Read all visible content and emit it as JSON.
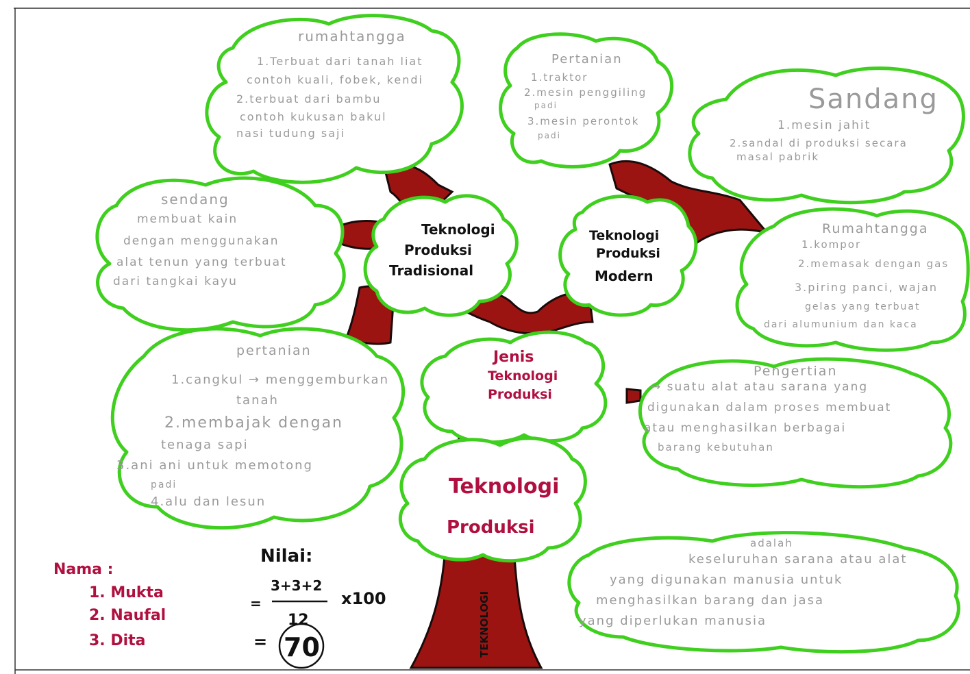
{
  "colors": {
    "cloud_outline": "#3fcf1e",
    "branch": "#9c1412",
    "title_red": "#b01040",
    "pencil": "#9a9a9a",
    "ink": "#111111"
  },
  "root": {
    "line1": "Teknologi",
    "line2": "Produksi",
    "trunk_label": "TEKNOLOGI"
  },
  "center": {
    "line1": "Jenis",
    "line2": "Teknologi",
    "line3": "Produksi"
  },
  "traditional": {
    "line1": "Teknologi",
    "line2": "Produksi",
    "line3": "Tradisional"
  },
  "modern": {
    "line1": "Teknologi",
    "line2": "Produksi",
    "line3": "Modern"
  },
  "trad_rumahtangga": {
    "title": "rumahtangga",
    "lines": [
      "1.Terbuat dari tanah liat",
      "contoh kuali, fobek, kendi",
      "2.terbuat dari bambu",
      "contoh kukusan bakul",
      "nasi tudung saji"
    ]
  },
  "trad_sandang": {
    "title": "sendang",
    "lines": [
      "membuat kain",
      "dengan menggunakan",
      "alat tenun yang terbuat",
      "dari tangkai kayu"
    ]
  },
  "trad_pertanian": {
    "title": "pertanian",
    "lines": [
      "1.cangkul → menggemburkan",
      "tanah",
      "2.membajak dengan",
      "tenaga sapi",
      "3.ani ani untuk memotong",
      "padi",
      "4.alu dan lesun"
    ]
  },
  "mod_pertanian": {
    "title": "Pertanian",
    "lines": [
      "1.traktor",
      "2.mesin penggiling",
      "padi",
      "3.mesin perontok",
      "padi"
    ]
  },
  "mod_sandang": {
    "title": "Sandang",
    "lines": [
      "1.mesin jahit",
      "2.sandal di produksi secara",
      "masal pabrik"
    ]
  },
  "mod_rumahtangga": {
    "title": "Rumahtangga",
    "lines": [
      "1.kompor",
      "2.memasak dengan gas",
      "3.piring panci, wajan",
      "gelas yang terbuat",
      "dari alumunium dan kaca"
    ]
  },
  "pengertian": {
    "title": "Pengertian",
    "lines": [
      "→ suatu alat atau sarana yang",
      "digunakan dalam proses membuat",
      "atau menghasilkan berbagai",
      "barang kebutuhan"
    ]
  },
  "definisi": {
    "lines": [
      "adalah",
      "keseluruhan sarana atau alat",
      "yang digunakan manusia untuk",
      "menghasilkan barang dan jasa",
      "yang diperlukan manusia"
    ]
  },
  "names": {
    "label": "Nama :",
    "items": [
      "1. Mukta",
      "2. Naufal",
      "3. Dita"
    ]
  },
  "score": {
    "label": "Nilai:",
    "numerator": "3+3+2",
    "denominator": "12",
    "multiplier": "x100",
    "equals": "=",
    "result": "70"
  }
}
